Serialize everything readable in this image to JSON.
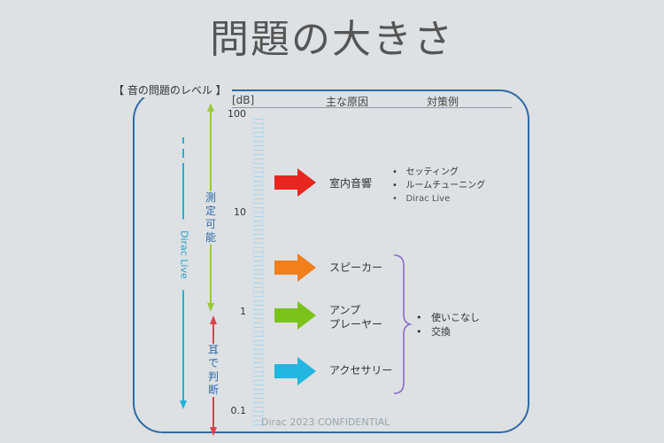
{
  "title": "問題の大きさ",
  "section_label": "【 音の問題のレベル 】",
  "header": {
    "unit": "[dB]",
    "cause": "主な原因",
    "countermeasure": "対策例"
  },
  "scale_ticks": [
    "100",
    "10",
    "1",
    "0.1"
  ],
  "ranges": {
    "measurable": "測定可能",
    "by_ear": "耳で判断",
    "dirac_live": "Dirac Live"
  },
  "causes": [
    {
      "label": "室内音響",
      "color": "#e8261f"
    },
    {
      "label": "スピーカー",
      "color": "#f07f1c"
    },
    {
      "label_line1": "アンプ",
      "label_line2": "プレーヤー",
      "color": "#7cc21c"
    },
    {
      "label": "アクセサリー",
      "color": "#22b6e0"
    }
  ],
  "room_measures": [
    "セッティング",
    "ルームチューニング",
    "Dirac Live"
  ],
  "equipment_measures": [
    "使いこなし",
    "交換"
  ],
  "footer": "Dirac 2023 CONFIDENTIAL"
}
